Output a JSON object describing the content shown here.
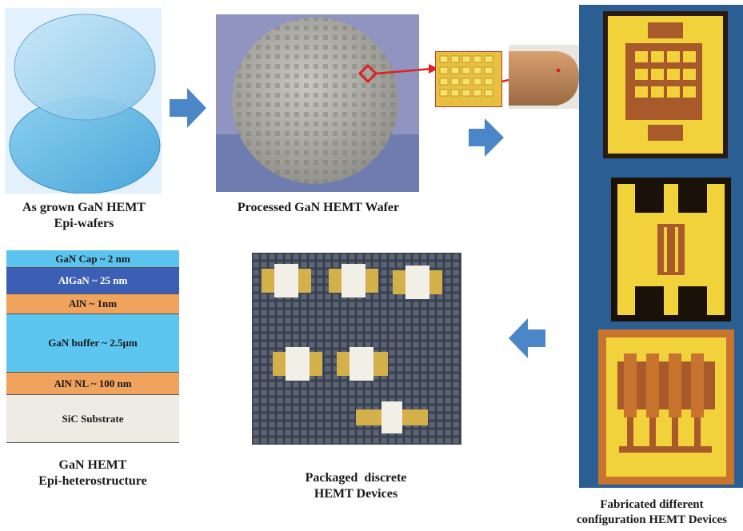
{
  "captions": {
    "epi_wafers_line1": "As grown GaN HEMT",
    "epi_wafers_line2": "Epi-wafers",
    "processed_wafer": "Processed GaN HEMT Wafer",
    "heterostructure_line1": "GaN HEMT",
    "heterostructure_line2": "Epi-heterostructure",
    "packaged_line1": "Packaged  discrete",
    "packaged_line2": "HEMT Devices",
    "fabricated_line1": "Fabricated different",
    "fabricated_line2": "configuration HEMT Devices"
  },
  "layers": [
    {
      "label": "GaN Cap ~ 2 nm",
      "color": "#5bc4ee",
      "text_color": "#1a1a1a"
    },
    {
      "label": "AlGaN ~ 25 nm",
      "color": "#3a5fb4",
      "text_color": "#ffffff"
    },
    {
      "label": "AlN ~ 1nm",
      "color": "#f0a35c",
      "text_color": "#1a1a1a"
    },
    {
      "label": "GaN buffer  ~ 2.5μm",
      "color": "#5cc6f0",
      "text_color": "#1a1a1a"
    },
    {
      "label": "AlN NL ~ 100 nm",
      "color": "#f0a35c",
      "text_color": "#1a1a1a"
    },
    {
      "label": "SiC Substrate",
      "color": "#eeebe4",
      "text_color": "#1a1a1a"
    }
  ],
  "colors": {
    "arrow": "#4a86c8",
    "panel_blue": "#2b5e92",
    "gold": "#f2d23a",
    "copper": "#a85a2a",
    "pointer_red": "#e02020"
  },
  "icons": {
    "flow_arrow": "block-arrow-icon"
  }
}
